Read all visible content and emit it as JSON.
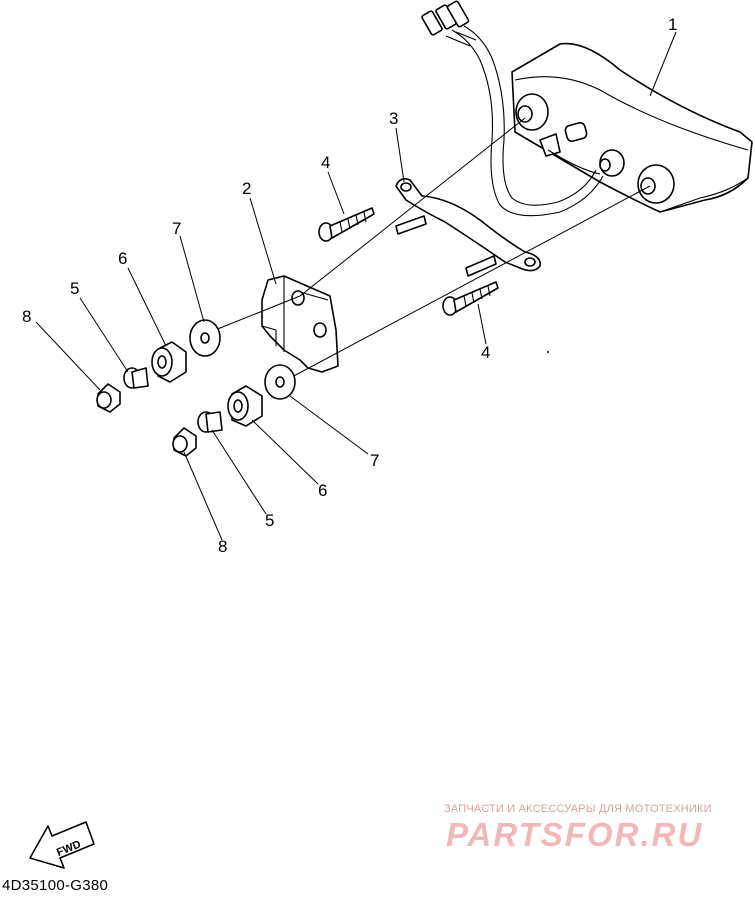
{
  "diagram": {
    "code": "4D35100-G380",
    "fwd_label": "FWD",
    "callouts": [
      "1",
      "2",
      "3",
      "4",
      "4",
      "5",
      "5",
      "6",
      "6",
      "7",
      "7",
      "8",
      "8"
    ]
  },
  "watermark": {
    "tagline": "ЗАПЧАСТИ И АКСЕССУАРЫ ДЛЯ МОТОТЕХНИКИ",
    "logo": "PARTSFOR.RU"
  }
}
